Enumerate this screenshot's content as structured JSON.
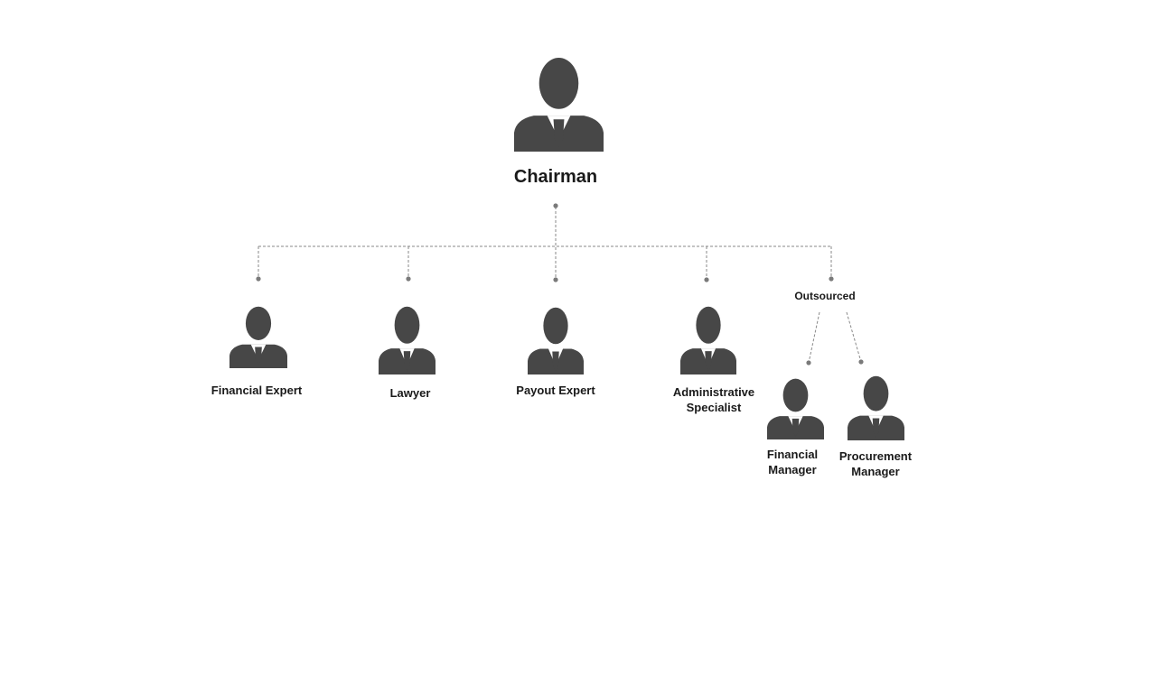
{
  "colors": {
    "person_fill": "#474747",
    "shirt": "#ffffff",
    "connector": "#8a8a8a",
    "dot": "#7a7a7a",
    "text": "#1a1a1a"
  },
  "nodes": {
    "chairman": {
      "label": "Chairman",
      "icon": "person-icon"
    },
    "financial_expert": {
      "label": "Financial Expert",
      "icon": "person-icon"
    },
    "lawyer": {
      "label": "Lawyer",
      "icon": "person-icon"
    },
    "payout_expert": {
      "label": "Payout Expert",
      "icon": "person-icon"
    },
    "administrative_specialist": {
      "label_line1": "Administrative",
      "label_line2": "Specialist",
      "icon": "person-icon"
    },
    "outsourced": {
      "label": "Outsourced"
    },
    "financial_manager": {
      "label_line1": "Financial",
      "label_line2": "Manager",
      "icon": "person-icon"
    },
    "procurement_manager": {
      "label_line1": "Procurement",
      "label_line2": "Manager",
      "icon": "person-icon"
    }
  },
  "edges": [
    {
      "from": "chairman",
      "to": "financial_expert"
    },
    {
      "from": "chairman",
      "to": "lawyer"
    },
    {
      "from": "chairman",
      "to": "payout_expert"
    },
    {
      "from": "chairman",
      "to": "administrative_specialist"
    },
    {
      "from": "chairman",
      "to": "outsourced"
    },
    {
      "from": "outsourced",
      "to": "financial_manager"
    },
    {
      "from": "outsourced",
      "to": "procurement_manager"
    }
  ]
}
